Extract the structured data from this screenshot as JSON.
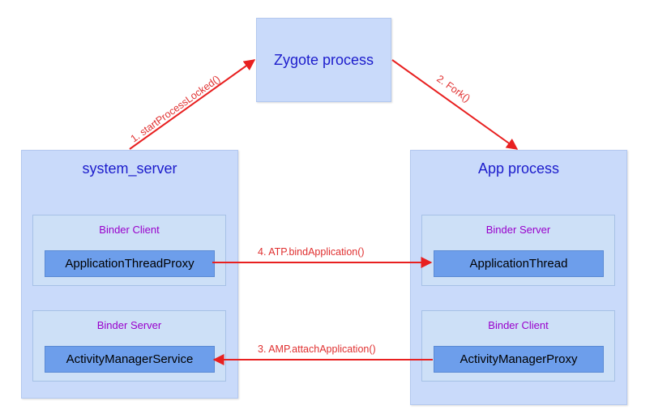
{
  "zygote": {
    "title": "Zygote process"
  },
  "system_server": {
    "title": "system_server",
    "binder_client": {
      "label": "Binder Client",
      "component": "ApplicationThreadProxy"
    },
    "binder_server": {
      "label": "Binder Server",
      "component": "ActivityManagerService"
    }
  },
  "app_process": {
    "title": "App process",
    "binder_server": {
      "label": "Binder Server",
      "component": "ApplicationThread"
    },
    "binder_client": {
      "label": "Binder Client",
      "component": "ActivityManagerProxy"
    }
  },
  "arrows": {
    "step1": "1. startProcessLocked()",
    "step2": "2. Fork()",
    "step3": "3. AMP.attachApplication()",
    "step4": "4. ATP.bindApplication()"
  },
  "colors": {
    "arrow": "#e82020",
    "title_text": "#1c1ccc",
    "binder_label": "#9900cc",
    "process_box": "#c9dafa",
    "inner_box": "#cde0f7",
    "component_box": "#6d9eeb"
  }
}
